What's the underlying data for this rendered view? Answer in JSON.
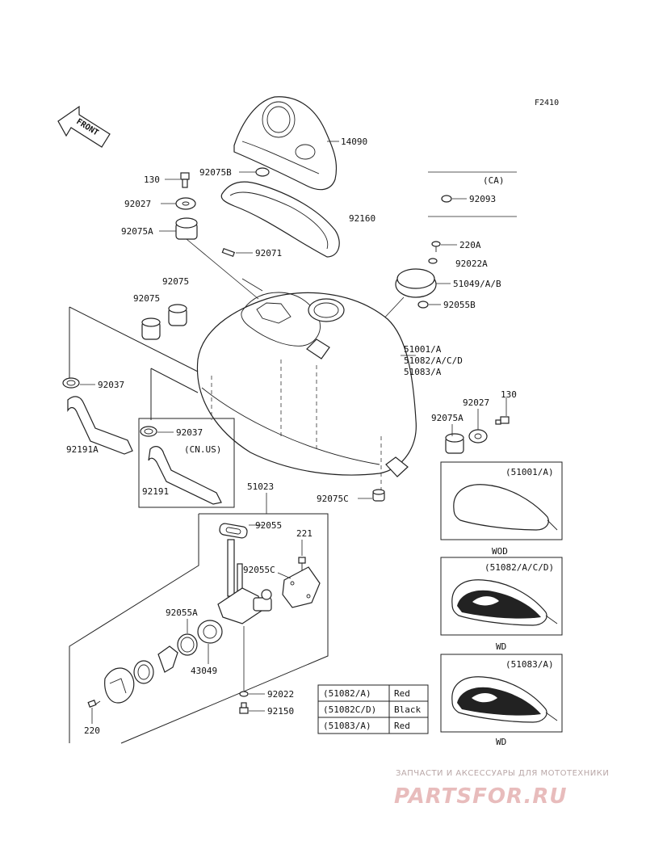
{
  "figure_code": "F2410",
  "front_label": "FRONT",
  "labels": {
    "p14090": "14090",
    "p92075b": "92075B",
    "p130_top": "130",
    "p92027_top": "92027",
    "p92075a_top": "92075A",
    "p92160": "92160",
    "p92071": "92071",
    "p92075_1": "92075",
    "p92075_2": "92075",
    "ca": "(CA)",
    "p92093": "92093",
    "p220a": "220A",
    "p92022a": "92022A",
    "p51049": "51049/A/B",
    "p92055b": "92055B",
    "tank1": "51001/A",
    "tank2": "51082/A/C/D",
    "tank3": "51083/A",
    "p92037_1": "92037",
    "p92037_2": "92037",
    "p92191a": "92191A",
    "cnus": "(CN.US)",
    "p92191": "92191",
    "p92027_r": "92027",
    "p130_r": "130",
    "p92075a_r": "92075A",
    "p92075c": "92075C",
    "p51023": "51023",
    "p92055": "92055",
    "p221": "221",
    "p92055c": "92055C",
    "p92055a": "92055A",
    "p43049": "43049",
    "p92022": "92022",
    "p92150": "92150",
    "p220": "220"
  },
  "insets": [
    {
      "code": "(51001/A)",
      "caption": "WOD"
    },
    {
      "code": "(51082/A/C/D)",
      "caption": "WD"
    },
    {
      "code": "(51083/A)",
      "caption": "WD"
    }
  ],
  "color_table": [
    {
      "part": "(51082/A)",
      "color": "Red"
    },
    {
      "part": "(51082C/D)",
      "color": "Black"
    },
    {
      "part": "(51083/A)",
      "color": "Red"
    }
  ],
  "watermark": {
    "line1": "ЗАПЧАСТИ И АКСЕССУАРЫ ДЛЯ МОТОТЕХНИКИ",
    "line2": "PARTSFOR.RU"
  }
}
